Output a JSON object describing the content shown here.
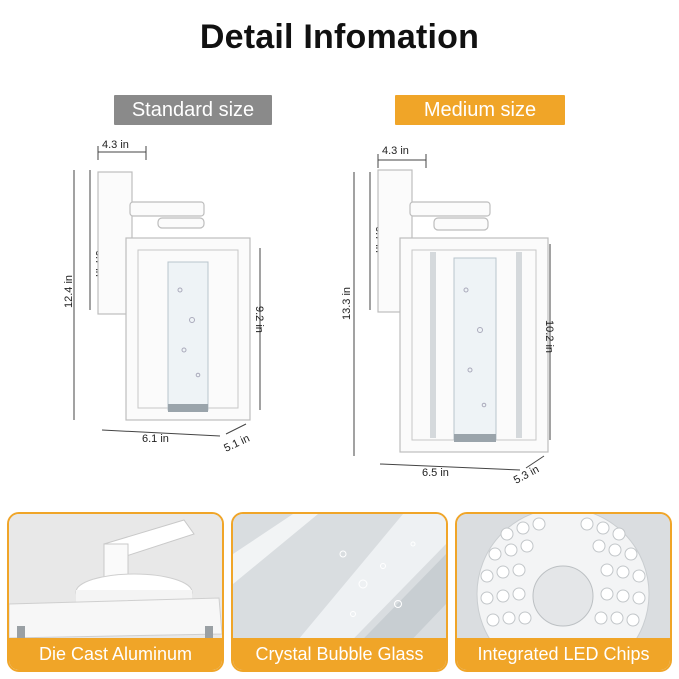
{
  "header": {
    "title": "Detail Infomation"
  },
  "sizes": {
    "standard": {
      "label": "Standard size",
      "dims": {
        "top_width": "4.3 in",
        "backplate_height": "6.7 in",
        "total_height": "12.4 in",
        "glass_height": "9.2 in",
        "width": "6.1 in",
        "depth": "5.1 in"
      }
    },
    "medium": {
      "label": "Medium size",
      "dims": {
        "top_width": "4.3 in",
        "backplate_height": "6.7 in",
        "total_height": "13.3 in",
        "glass_height": "10.2 in",
        "width": "6.5 in",
        "depth": "5.3 in"
      }
    }
  },
  "features": [
    {
      "caption": "Die Cast Aluminum"
    },
    {
      "caption": "Crystal Bubble Glass"
    },
    {
      "caption": "Integrated LED Chips"
    }
  ],
  "colors": {
    "accent": "#f0a528",
    "standard_pill": "#8a8a8a"
  }
}
